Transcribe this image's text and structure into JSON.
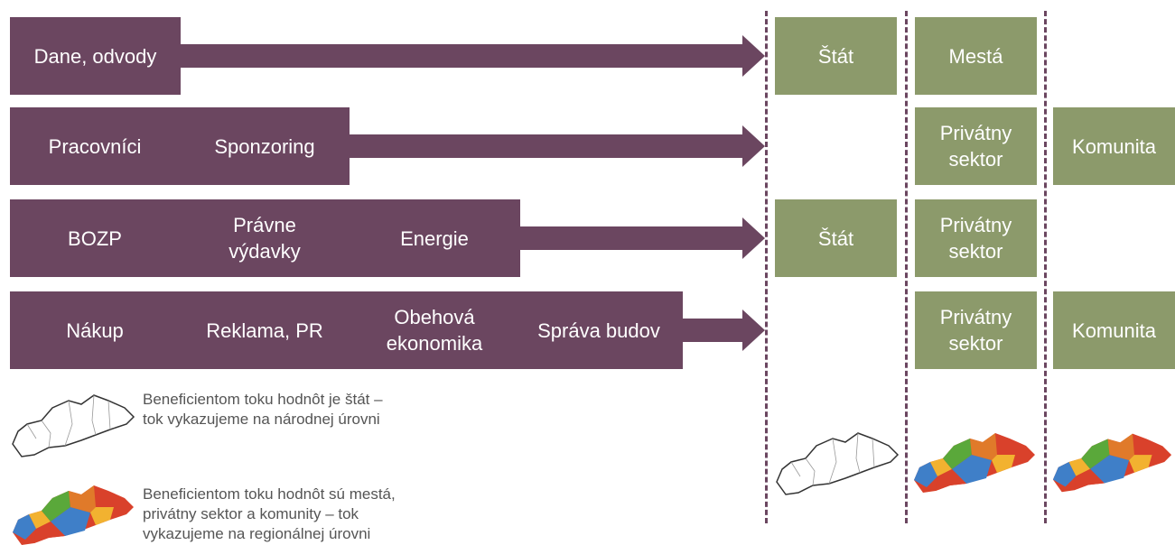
{
  "rows": [
    {
      "labels": [
        "Dane, odvody"
      ]
    },
    {
      "labels": [
        "Pracovníci",
        "Sponzoring"
      ]
    },
    {
      "labels": [
        "BOZP",
        "Právne\nvýdavky",
        "Energie"
      ]
    },
    {
      "labels": [
        "Nákup",
        "Reklama, PR",
        "Obehová\nekonomika",
        "Správa budov"
      ]
    }
  ],
  "beneficiaries": {
    "row1": {
      "national": "Štát",
      "cities": "Mestá"
    },
    "row2": {
      "private": "Privátny\nsektor",
      "community": "Komunita"
    },
    "row3": {
      "national": "Štát",
      "private": "Privátny\nsektor"
    },
    "row4": {
      "private": "Privátny\nsektor",
      "community": "Komunita"
    }
  },
  "legend": {
    "national": "Beneficientom toku hodnôt je štát –\ntok vykazujeme na národnej úrovni",
    "regional": "Beneficientom toku hodnôt sú mestá,\nprivátny sektor a komunity – tok\nvykazujeme na regionálnej úrovni"
  },
  "colors": {
    "bar": "#6b4660",
    "box": "#8c9a6b",
    "region_colors": [
      "#d9412b",
      "#f2b230",
      "#5aa83a",
      "#3f7fc8",
      "#e07a2a"
    ]
  },
  "icons": {
    "outline_map": "slovakia-outline-map-icon",
    "regions_map": "slovakia-regions-map-icon"
  }
}
